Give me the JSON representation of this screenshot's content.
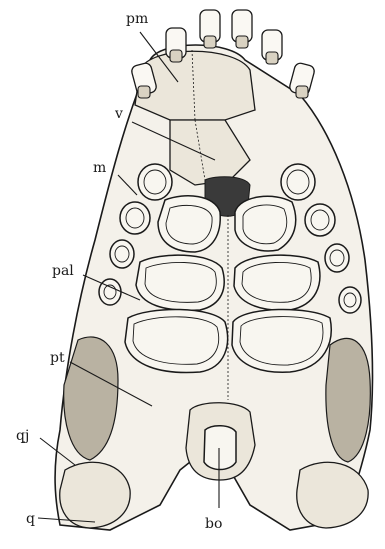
{
  "figure": {
    "labels": {
      "pm": "pm",
      "v": "v",
      "m": "m",
      "pal": "pal",
      "pt": "pt",
      "qj": "qj",
      "q": "q",
      "bo": "bo"
    }
  },
  "colors": {
    "ink": "#1a1a1a",
    "bone": "#ebe6da",
    "plate": "#f8f6f0",
    "shade": "#b9b2a2"
  }
}
